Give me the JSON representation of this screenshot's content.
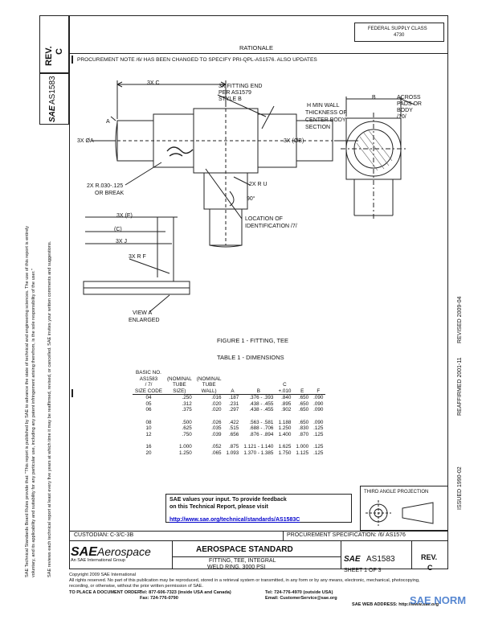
{
  "header": {
    "dist_stamp_line1": "FEDERAL SUPPLY CLASS",
    "dist_stamp_line2": "4730",
    "rev_label": "REV.",
    "rev_value": "C",
    "doc_number": "AS1583",
    "sae_logo": "SAE",
    "rationale_title": "RATIONALE",
    "rationale_text": "PROCUREMENT NOTE /6/ HAS BEEN CHANGED TO SPECIFY PRI-QPL-AS1576. ALSO UPDATES"
  },
  "left_notice": {
    "line1": "SAE Technical Standards Board Rules provide that: \"This report is published by SAE to advance the state of technical and engineering sciences. The use of this report is entirely",
    "line2": "voluntary, and its applicability and suitability for any particular use, including any patent infringement arising therefrom, is the sole responsibility of the user.\"",
    "line3": "SAE reviews each technical report at least every five years at which time it may be reaffirmed, revised, or cancelled. SAE invites your written comments and suggestions."
  },
  "right_margin": {
    "issued": "ISSUED 1990-02",
    "reaffirmed": "REAFFIRMED 2001-11",
    "revised": "REVISED 2009-04"
  },
  "drawing": {
    "labels": {
      "three_x_c": "3X C",
      "fitting_end": "3X FITTING END",
      "per_as": "PER AS1579",
      "style_b": "STYLE B",
      "h_min_wall": "H MIN WALL",
      "thickness": "THICKNESS OF",
      "center_body": "CENTER BODY",
      "section": "SECTION",
      "b": "B",
      "across": "ACROSS",
      "pads_or": "PADS OR",
      "body": "BODY",
      "note7": "/10/",
      "a_top": "A",
      "three_x_phi_a": "3X ØA",
      "three_x_phi_b": "3X (ØB)",
      "r_030": "2X R.030-.125",
      "or_break": "OR BREAK",
      "two_x_r_u": "2X R U",
      "ninety": "90°",
      "location_of": "LOCATION OF",
      "identification": "IDENTIFICATION /7/",
      "three_x_e": "3X (E)",
      "c_paren": "(C)",
      "three_x_j": "3X J",
      "three_x_r_f": "3X R F",
      "view_a": "VIEW A",
      "enlarged": "ENLARGED"
    },
    "figure_caption": "FIGURE 1 - FITTING, TEE"
  },
  "table": {
    "title": "TABLE 1 - DIMENSIONS",
    "headers": [
      [
        "BASIC NO.",
        "AS1583",
        "/ 7/",
        "SIZE CODE"
      ],
      [
        "",
        "(NOMINAL",
        "TUBE",
        "SIZE)"
      ],
      [
        "",
        "(NOMINAL",
        "TUBE",
        "WALL)"
      ],
      [
        "",
        "",
        "",
        "A"
      ],
      [
        "",
        "",
        "",
        "B"
      ],
      [
        "",
        "",
        "C",
        "+.010"
      ],
      [
        "",
        "",
        "",
        "E"
      ],
      [
        "",
        "",
        "",
        "F"
      ]
    ],
    "groups": [
      [
        [
          "04",
          ".250",
          ".016",
          ".187",
          ".376 - .393",
          ".840",
          ".650",
          ".090"
        ],
        [
          "05",
          ".312",
          ".020",
          ".231",
          ".438 - .455",
          ".895",
          ".650",
          ".090"
        ],
        [
          "06",
          ".375",
          ".020",
          ".297",
          ".438 - .455",
          ".902",
          ".650",
          ".090"
        ]
      ],
      [
        [
          "08",
          ".500",
          ".026",
          ".422",
          ".563 - .581",
          "1.188",
          ".650",
          ".090"
        ],
        [
          "10",
          ".625",
          ".035",
          ".515",
          ".688 - .706",
          "1.250",
          ".830",
          ".125"
        ],
        [
          "12",
          ".750",
          ".039",
          ".656",
          ".876 - .894",
          "1.400",
          ".870",
          ".125"
        ]
      ],
      [
        [
          "16",
          "1.000",
          ".052",
          ".875",
          "1.121 - 1.140",
          "1.625",
          "1.000",
          ".125"
        ],
        [
          "20",
          "1.250",
          ".065",
          "1.093",
          "1.370 - 1.385",
          "1.750",
          "1.125",
          ".125"
        ]
      ]
    ]
  },
  "feedback": {
    "line1": "SAE values your input. To provide feedback",
    "line2": "on this Technical Report, please visit",
    "url": "http://www.sae.org/technical/standards/AS1583C"
  },
  "third_angle": "THIRD ANGLE PROJECTION",
  "custodian": "CUSTODIAN: C-3/C-3B",
  "procurement": "PROCUREMENT SPECIFICATION: /6/ AS1576",
  "title_block": {
    "brand": "SAE",
    "brand_word": "Aerospace",
    "brand_sub": "An SAE International Group",
    "standard": "AEROSPACE STANDARD",
    "title_line1": "FITTING, TEE, INTEGRAL",
    "title_line2": "WELD RING, 3000 PSI",
    "doc_logo": "SAE",
    "doc_number": "AS1583",
    "sheet": "SHEET 1 OF 3",
    "rev_label": "REV.",
    "rev_value": "C"
  },
  "footer": {
    "copyright": "Copyright 2009 SAE International",
    "rights": "All rights reserved. No part of this publication may be reproduced, stored in a retrieval system or transmitted, in any form or by any means, electronic, mechanical, photocopying,",
    "rights2": "recording, or otherwise, without the prior written permission of SAE.",
    "order_label": "TO PLACE A DOCUMENT ORDER:",
    "tel": "Tel: 877-606-7323 (inside USA and Canada)",
    "tel2": "Tel: 724-776-4970 (outside USA)",
    "fax": "Fax: 724-776-0790",
    "email": "Email: CustomerService@sae.org",
    "web": "SAE WEB ADDRESS: http://www.sae.org",
    "watermark": "SAE NORM"
  }
}
